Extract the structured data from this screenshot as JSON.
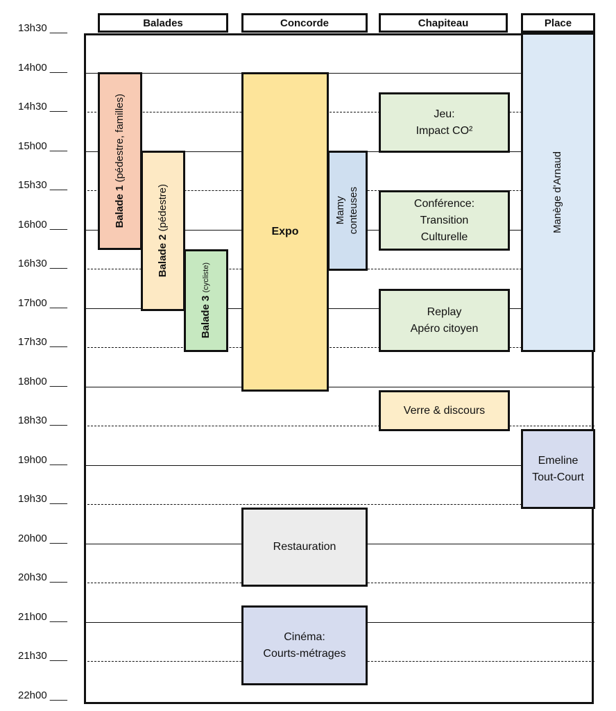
{
  "times": [
    "13h30",
    "14h00",
    "14h30",
    "15h00",
    "15h30",
    "16h00",
    "16h30",
    "17h00",
    "17h30",
    "18h00",
    "18h30",
    "19h00",
    "19h30",
    "20h00",
    "20h30",
    "21h00",
    "21h30",
    "22h00"
  ],
  "time_suffix": "___",
  "headers": {
    "balades": "Balades",
    "concorde": "Concorde",
    "chapiteau": "Chapiteau",
    "place": "Place"
  },
  "events": {
    "balade1": {
      "name": "Balade 1",
      "detail": "(pédestre, familles)",
      "color": "#f8cbb4"
    },
    "balade2": {
      "name": "Balade 2",
      "detail": "(pédestre)",
      "color": "#fde9c4"
    },
    "balade3": {
      "name": "Balade 3",
      "detail": "(cycliste)",
      "color": "#c6e8c0"
    },
    "expo": {
      "name": "Expo",
      "color": "#fde49a"
    },
    "mamy": {
      "line1": "Mamy",
      "line2": "conteuses",
      "color": "#cfdff0"
    },
    "jeu": {
      "line1": "Jeu:",
      "line2": "Impact CO²",
      "color": "#e3efd9"
    },
    "conference": {
      "line1": "Conférence:",
      "line2": "Transition",
      "line3": "Culturelle",
      "color": "#e3efd9"
    },
    "replay": {
      "line1": "Replay",
      "line2": "Apéro citoyen",
      "color": "#e3efd9"
    },
    "verre": {
      "name": "Verre & discours",
      "color": "#fdedc8"
    },
    "manege": {
      "name": "Manège d'Arnaud",
      "color": "#dce9f6"
    },
    "emeline": {
      "line1": "Emeline",
      "line2": "Tout-Court",
      "color": "#d6dcef"
    },
    "restauration": {
      "name": "Restauration",
      "color": "#ececec"
    },
    "cinema": {
      "line1": "Cinéma:",
      "line2": "Courts-métrages",
      "color": "#d6dcef"
    }
  }
}
